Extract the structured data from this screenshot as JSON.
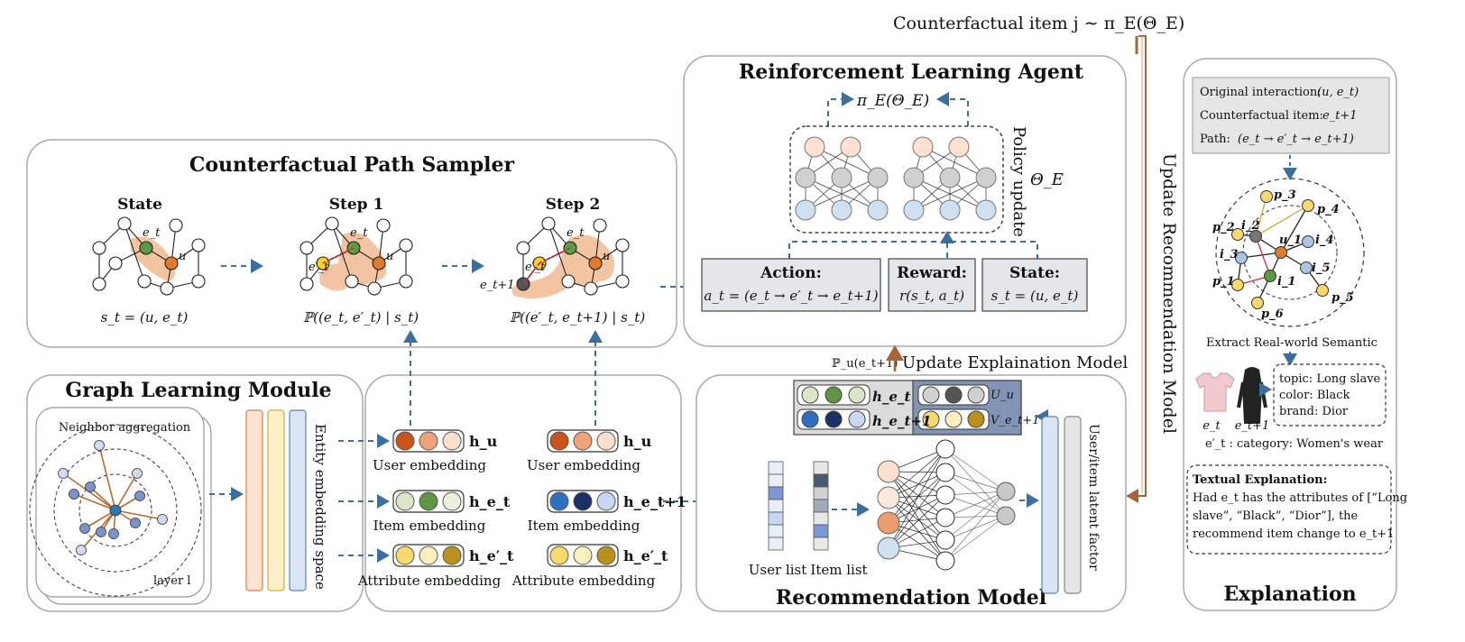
{
  "top": {
    "counterfactual_item": "Counterfactual item j ∼ π_E(Θ_E)"
  },
  "cps": {
    "title": "Counterfactual Path Sampler",
    "steps": [
      {
        "label": "State",
        "formula": "s_t = (u, e_t)"
      },
      {
        "label": "Step 1",
        "formula": "ℙ((e_t, e′_t) | s_t)"
      },
      {
        "label": "Step 2",
        "formula": "ℙ((e′_t, e_t+1) | s_t)"
      }
    ],
    "node_labels": {
      "e_t": "e_t",
      "u": "u",
      "e_prime": "e′_t",
      "e_next": "e_t+1"
    }
  },
  "rla": {
    "title": "Reinforcement Learning Agent",
    "policy_output": "π_E(Θ_E)",
    "policy_update": "Policy update",
    "theta": "Θ_E",
    "action_title": "Action:",
    "action_formula": "a_t = (e_t → e′_t → e_t+1)",
    "reward_title": "Reward:",
    "reward_formula": "r(s_t, a_t)",
    "state_title": "State:",
    "state_formula": "s_t = (u, e_t)"
  },
  "glm": {
    "title": "Graph Learning Module",
    "neighbor": "Neighbor aggregation",
    "layer": "layer l",
    "entity_space": "Entity embedding space"
  },
  "emb": {
    "col1": [
      {
        "symbol": "h_u",
        "caption": "User embedding"
      },
      {
        "symbol": "h_e_t",
        "caption": "Item embedding"
      },
      {
        "symbol": "h_e′_t",
        "caption": "Attribute embedding"
      }
    ],
    "col2": [
      {
        "symbol": "h_u",
        "caption": "User embedding"
      },
      {
        "symbol": "h_e_t+1",
        "caption": "Item embedding"
      },
      {
        "symbol": "h_e′_t",
        "caption": "Attribute embedding"
      }
    ]
  },
  "rec": {
    "title": "Recommendation Model",
    "prob": "ℙ_u(e_t+1)",
    "update_expl": "Update Explaination Model",
    "h_et": "h_e_t",
    "h_et1": "h_e_t+1",
    "U_u": "U_u",
    "V_et1": "V_e_t+1",
    "user_list": "User list",
    "item_list": "Item list",
    "latent": "User/item latent factor"
  },
  "update_rec": "Update Recommendation Model",
  "expl": {
    "title": "Explanation",
    "orig_label": "Original interaction:",
    "orig_val": "(u, e_t)",
    "cf_label": "Counterfactual item:",
    "cf_val": "e_t+1",
    "path_label": "Path:",
    "path_val": "(e_t → e′_t → e_t+1)",
    "nodes": [
      "p_3",
      "p_4",
      "p_2",
      "i_2",
      "u_1",
      "i_4",
      "i_3",
      "p_1",
      "i_1",
      "i_5",
      "p_5",
      "p_6"
    ],
    "extract": "Extract Real-world Semantic",
    "attrs": [
      "topic: Long slave",
      "color: Black",
      "brand: Dior"
    ],
    "item_a": "e_t",
    "item_b": "e_t+1",
    "category": "e′_t : category: Women's wear",
    "textual_title": "Textual Explanation:",
    "textual_body": [
      "Had e_t has the attributes of [“Long",
      "slave”, “Black”, “Dior”], the",
      "recommend item change to e_t+1"
    ]
  }
}
